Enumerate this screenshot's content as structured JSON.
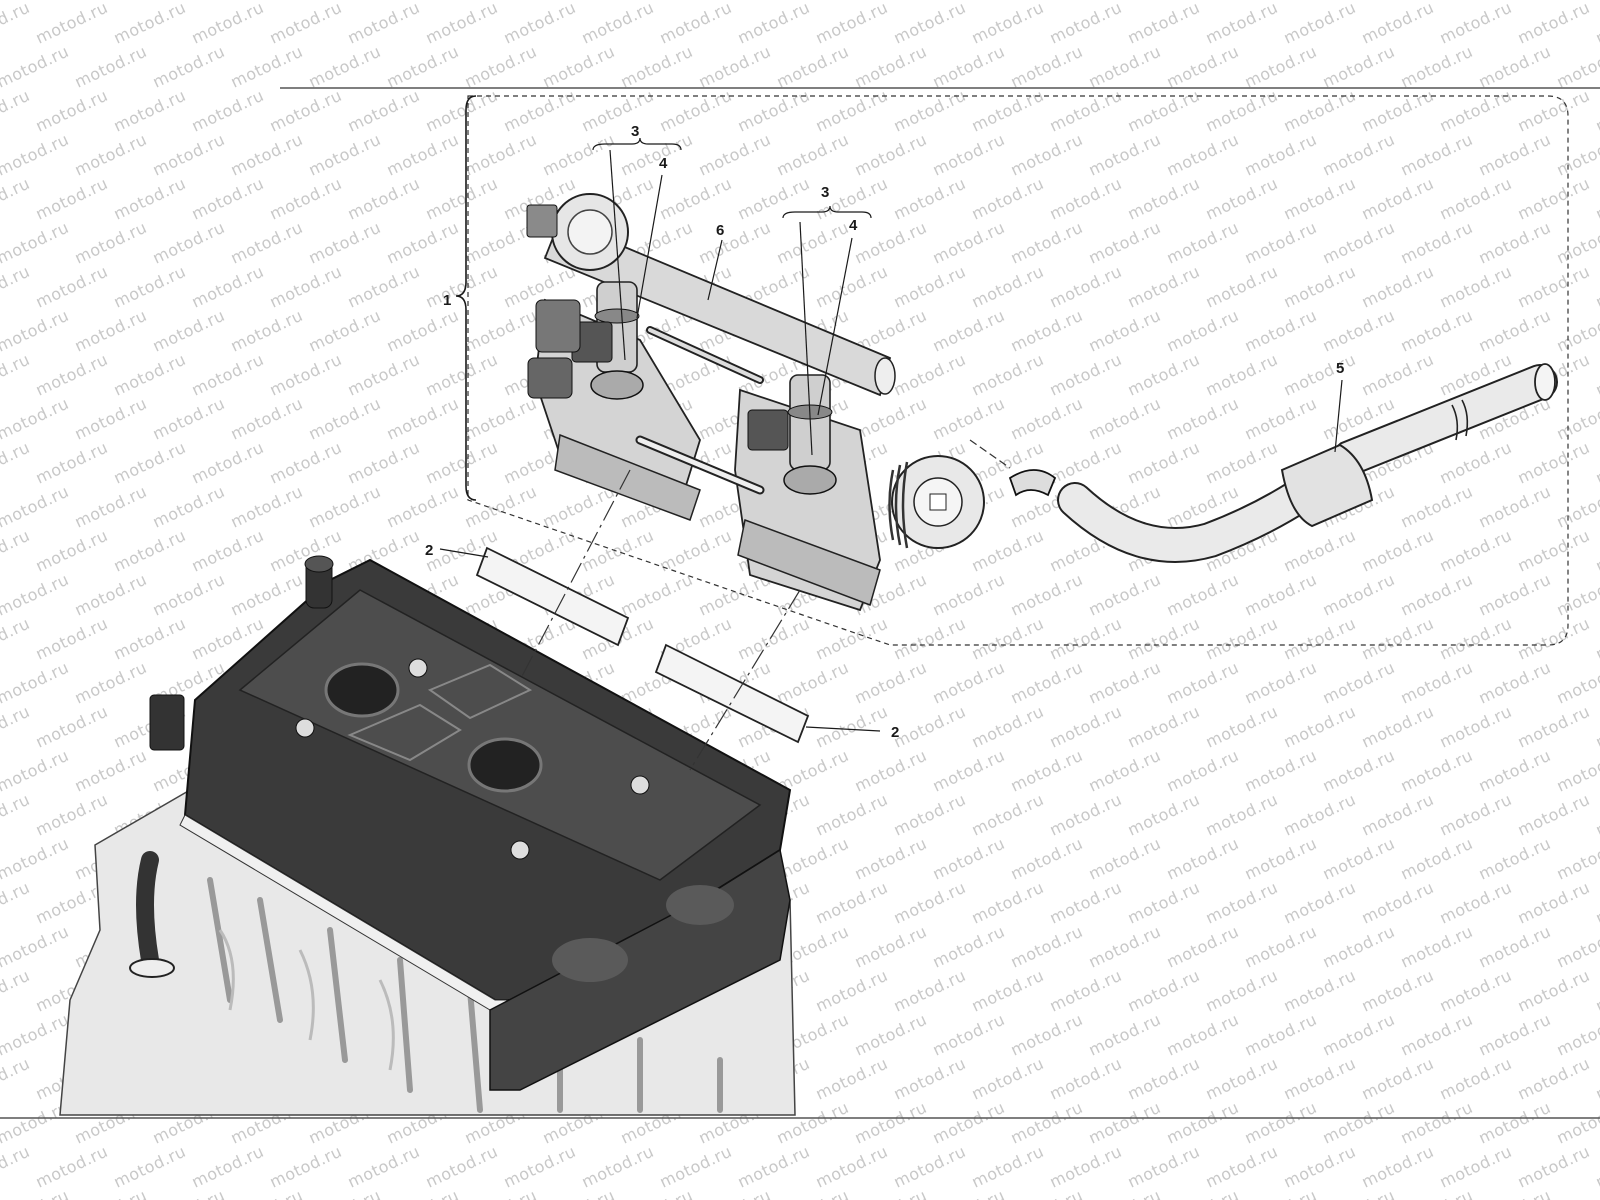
{
  "watermark": {
    "text": "motod.ru",
    "color": "#c8c8c8"
  },
  "callouts": {
    "c1": "1",
    "c2a": "2",
    "c2b": "2",
    "c3a": "3",
    "c3b": "3",
    "c4a": "4",
    "c4b": "4",
    "c5": "5",
    "c6": "6"
  },
  "parts": [
    {
      "id": "throttle-body-assembly",
      "callout": "1"
    },
    {
      "id": "intake-gasket",
      "callout": "2"
    },
    {
      "id": "fuel-injector",
      "callout": "3"
    },
    {
      "id": "injector-o-ring",
      "callout": "4"
    },
    {
      "id": "fuel-hose",
      "callout": "5"
    },
    {
      "id": "fuel-rail",
      "callout": "6"
    }
  ],
  "colors": {
    "line": "#1a1a1a",
    "engine_cover": "#3a3a3a",
    "engine_body": "#e6e6e6",
    "part_fill": "#d9d9d9"
  }
}
